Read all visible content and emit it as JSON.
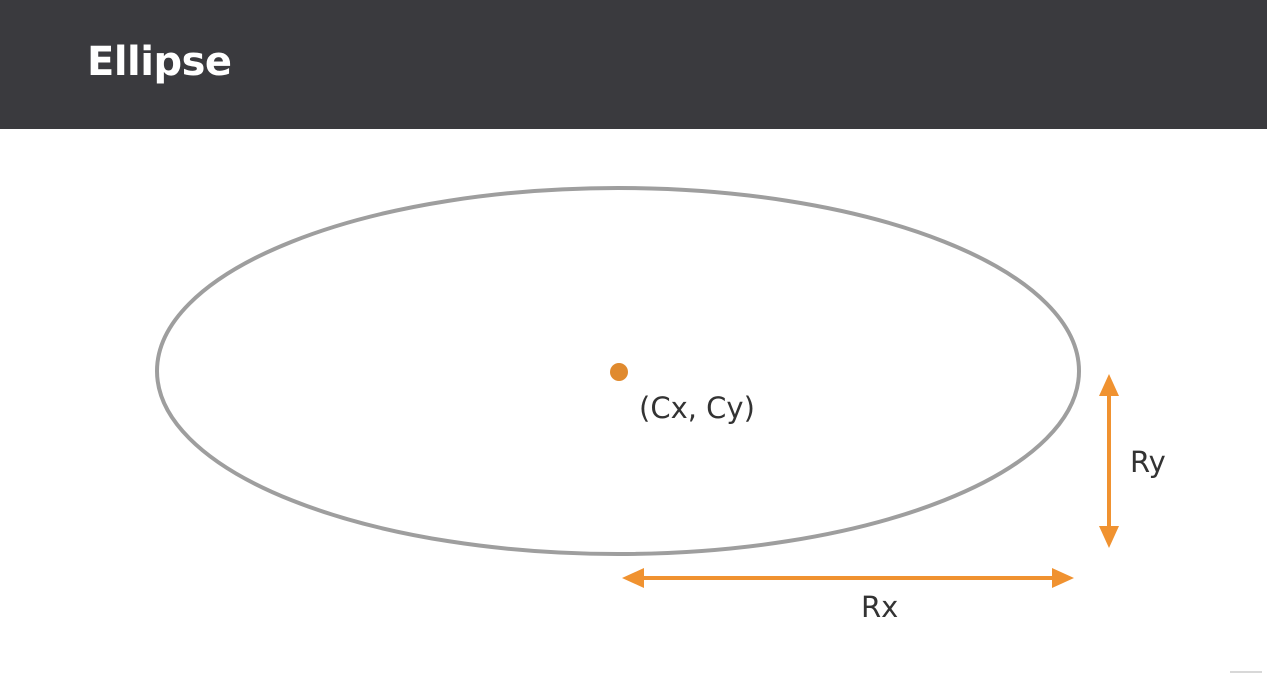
{
  "slide": {
    "title": "Ellipse"
  },
  "diagram": {
    "center_label": "(Cx, Cy)",
    "rx_label": "Rx",
    "ry_label": "Ry",
    "colors": {
      "header_bg": "#3a3a3e",
      "title_text": "#ffffff",
      "ellipse_stroke": "#9e9e9e",
      "center_point": "#e08a2e",
      "arrow": "#f09230",
      "label_text": "#333333"
    }
  }
}
